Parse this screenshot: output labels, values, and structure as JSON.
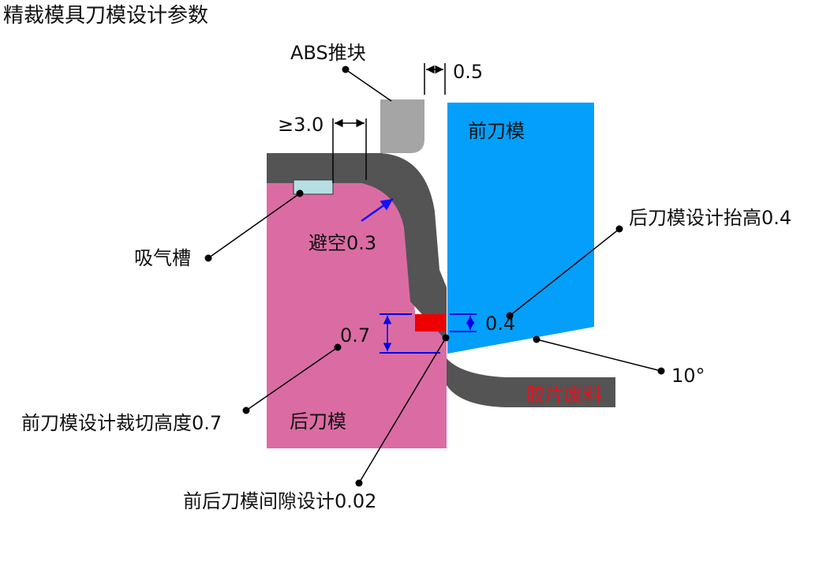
{
  "title": "精裁模具刀模设计参数",
  "parts": {
    "front_die": "前刀模",
    "rear_die": "后刀模",
    "scrap": "胶片废料",
    "abs_pusher": "ABS推块"
  },
  "labels": {
    "suction_groove": "吸气槽",
    "clearance_relief": "避空0.3",
    "front_die_lift": "后刀模设计抬高0.4",
    "cut_height": "前刀模设计裁切高度0.7",
    "die_gap": "前后刀模间隙设计0.02",
    "angle": "10°"
  },
  "dimensions": {
    "pusher_gap": "0.5",
    "min_width": "≥3.0",
    "cut_height_value": "0.7",
    "lift_value": "0.4"
  },
  "colors": {
    "front_die": "#049ffb",
    "rear_die": "#db6ca3",
    "film": "#545454",
    "pusher": "#a5a5a5",
    "groove": "#b6dfe4",
    "cut_block": "#ee0000",
    "scrap_text": "#e0141e",
    "dim_blue": "#0000ee",
    "relief_arrow": "#1010ff"
  }
}
